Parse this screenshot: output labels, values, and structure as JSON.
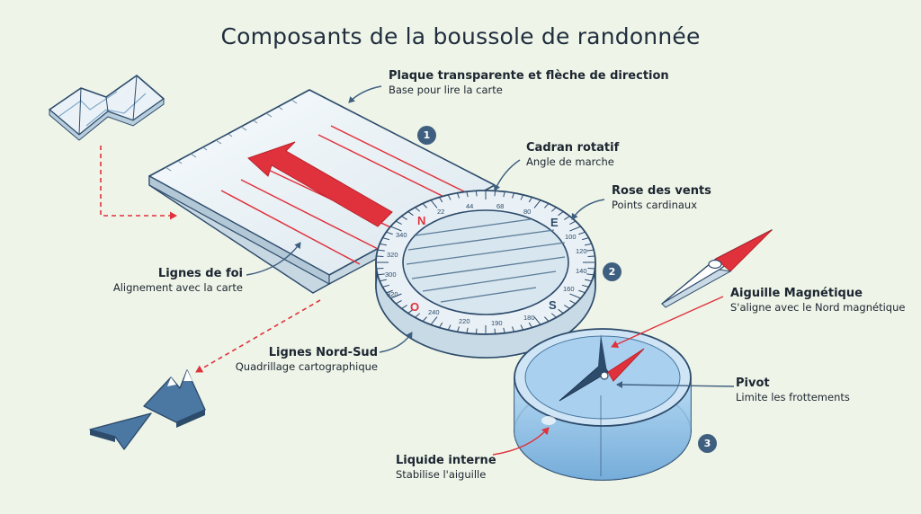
{
  "title": "Composants de la boussole de randonnée",
  "colors": {
    "outline": "#2d4b6b",
    "accent_red": "#e0323c",
    "water": "#8fc3ec",
    "background": "#eef4e8",
    "badge": "#3f5f80"
  },
  "icons": [
    "map-icon",
    "mountain-icon",
    "arrow-pointer-icon"
  ],
  "labels": {
    "plaque": {
      "title": "Plaque transparente et flèche de direction",
      "sub": "Base pour lire la carte"
    },
    "cadran": {
      "title": "Cadran rotatif",
      "sub": "Angle de marche"
    },
    "rose": {
      "title": "Rose des vents",
      "sub": "Points cardinaux"
    },
    "lignes_foi": {
      "title": "Lignes de foi",
      "sub": "Alignement avec la carte"
    },
    "nord_sud": {
      "title": "Lignes Nord-Sud",
      "sub": "Quadrillage cartographique"
    },
    "aiguille": {
      "title": "Aiguille Magnétique",
      "sub": "S'aligne avec le Nord magnétique"
    },
    "pivot": {
      "title": "Pivot",
      "sub": "Limite les frottements"
    },
    "liquide": {
      "title": "Liquide interne",
      "sub": "Stabilise l'aiguille"
    }
  },
  "badges": [
    "1",
    "2",
    "3"
  ],
  "cardinals": {
    "n": "N",
    "e": "E",
    "s": "S",
    "o": "O"
  },
  "degree_ticks": [
    "22",
    "44",
    "68",
    "80",
    "100",
    "120",
    "140",
    "160",
    "180",
    "190",
    "220",
    "240",
    "320",
    "300",
    "320",
    "340"
  ]
}
